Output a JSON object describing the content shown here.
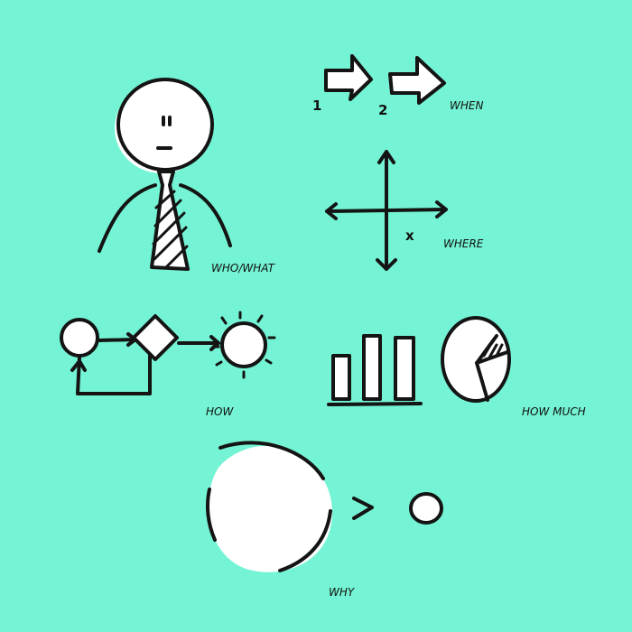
{
  "colors": {
    "background": "#74F4D4",
    "ink": "#141414",
    "fill": "#ffffff"
  },
  "when": {
    "step1": "1",
    "step2": "2",
    "label": "WHEN"
  },
  "where": {
    "mark": "x",
    "label": "WHERE"
  },
  "who": {
    "label": "WHO/WHAT"
  },
  "how": {
    "label": "HOW"
  },
  "how_much": {
    "label": "HOW MUCH"
  },
  "why": {
    "label": "WHY"
  }
}
